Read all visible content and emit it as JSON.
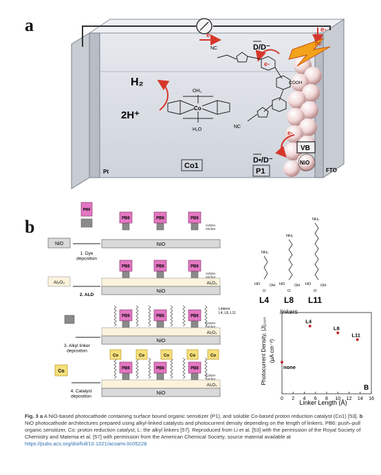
{
  "panel_a": {
    "letter": "a",
    "electron_top": "e-",
    "electron_right": "e-",
    "electron_mid": "e-",
    "electron_low": "e-",
    "dd_top": "D/D⁻",
    "dd_bottom": "D•/D⁻",
    "h2": "H₂",
    "h_plus": "2H⁺",
    "hv": "hν",
    "cooh": "COOH",
    "oh2": "OH₂",
    "h2o": "H₂O",
    "co": "Co",
    "vb": "VB",
    "nio": "NiO",
    "pt": "Pt",
    "fto": "FTO",
    "co1": "Co1",
    "p1": "P1",
    "colors": {
      "red": "#d6362a",
      "glass": "#dfe3ea",
      "bead": "#f1d7d7"
    }
  },
  "panel_b": {
    "letter": "b",
    "pb6": "PB6",
    "nio": "NiO",
    "al2o3": "Al₂O₃",
    "co": "Co",
    "anchor": "COOH\nAnchor",
    "step1": "1. Dye\ndeposition",
    "step2": "2. ALD",
    "step3": "3. Alkyl linker\ndeposition",
    "step4": "4. Catalyst\ndeposition",
    "linkers_note": "Linkers:\nL4, L8, L11",
    "nh2": "NH₂",
    "oh": "OH",
    "o": "O",
    "l4": "L4",
    "l8": "L8",
    "l11": "L11",
    "linkers_caption": "linkers",
    "colors": {
      "pb6": "#e377c2",
      "co": "#f7df7a",
      "al2o3": "#fbf3dc",
      "nio": "#d9d9d9"
    }
  },
  "chart_data": {
    "type": "scatter",
    "xlabel": "Linker Length (Å)",
    "ylabel": "Photocurrent Density, |J|₁₀₀ₛ",
    "yunit": "(μA cm⁻²)",
    "xlim": [
      0,
      16
    ],
    "ylim": [
      0,
      18
    ],
    "xticks": [
      0,
      2,
      4,
      6,
      8,
      10,
      12,
      14,
      16
    ],
    "points": [
      {
        "label": "none",
        "x": 0,
        "y": 7
      },
      {
        "label": "L4",
        "x": 5,
        "y": 15
      },
      {
        "label": "L8",
        "x": 10,
        "y": 13.5
      },
      {
        "label": "L11",
        "x": 13.5,
        "y": 12
      }
    ],
    "corner_label": "B"
  },
  "caption": {
    "fig": "Fig. 3",
    "a_letter": "a",
    "text_a": "A NiO-based photocathode containing surface bound organic sensitizer (P1), and soluble Co-based proton reduction catalyst (Co1) [53].",
    "b_letter": "b",
    "text_b": "NiO photocathode architectures prepared using alkyl-linked catalysts and photocurrent density depending on the length of linkers. PB6: push–pull organic sensitizer, Co: proton reduction catalyst, L: the alkyl linkers [57]. Reproduced from Li et al. [53] with the permission of the Royal Society of Chemistry and Matema et al. [57] with permission from the American Chemical Society, source material available at",
    "link": "https://pubs.acs.org/doi/full/10.1021/acsami.0c05228"
  }
}
